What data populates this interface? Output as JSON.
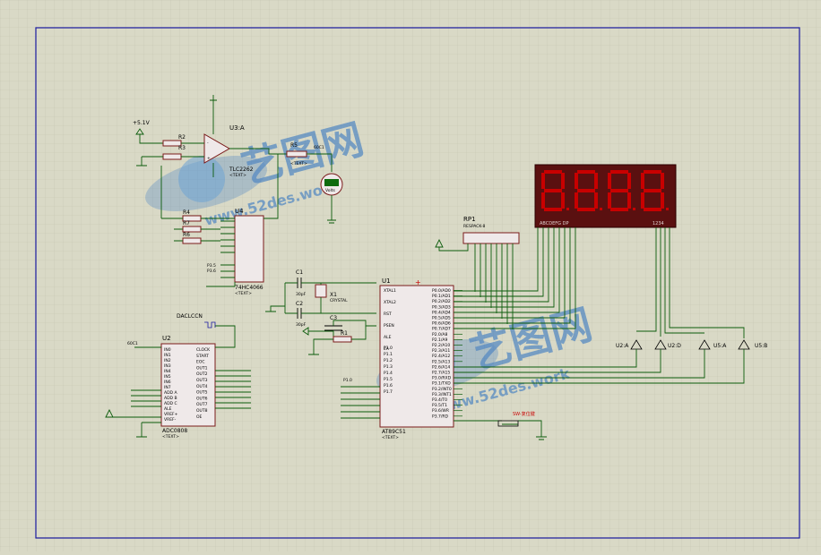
{
  "colors": {
    "background": "#d9d9c6",
    "grid": "#c5c5b0",
    "border": "#1a1aa0",
    "wire": "#0b5b0b",
    "display_bg": "#5a1010",
    "display_segment": "#c80000"
  },
  "labels": {
    "u3_title": "U3:A",
    "u3_part": "TLC2262",
    "u4_title": "U4",
    "u4_part": "74HC4066",
    "u1_title": "U1",
    "u1_part": "AT89C51",
    "u2_title": "U2",
    "u2_part": "ADC0808",
    "rp1_title": "RP1",
    "rp1_part": "RESPACK-8",
    "r1": "R1",
    "r2": "R2",
    "r3": "R3",
    "r4": "R4",
    "r5": "R5",
    "r6": "R6",
    "r7": "R7",
    "r8": "R8",
    "c1": "C1",
    "c2": "C2",
    "c3": "C3",
    "x1": "X1",
    "x1_part": "CRYSTAL",
    "c1_val": "30pF",
    "c2_val": "30pF",
    "vref": "+5.1V",
    "adc_in": "60C1",
    "adc_in2": "60C1",
    "clock_src": "DACLCCN",
    "display_left": "ABCDEFG  DP",
    "display_right": "1234",
    "u2a": "U2:A",
    "u2d": "U2:D",
    "u5a": "U5:A",
    "u5b": "U5:B",
    "sw_label": "SW-复位键",
    "text_placeholder": "<TEXT>",
    "watermark_cn": "艺图网",
    "watermark_url": "www.52des.work"
  },
  "seven_segment_digits": [
    "8",
    "8",
    "8",
    "8"
  ],
  "u1_left_pins": [
    "XTAL1",
    "XTAL2",
    "RST",
    "PSEN",
    "ALE",
    "EA",
    "P1.0",
    "P1.1",
    "P1.2",
    "P1.3",
    "P1.4",
    "P1.5",
    "P1.6",
    "P1.7"
  ],
  "u1_right_pins": [
    "P0.0/AD0",
    "P0.1/AD1",
    "P0.2/AD2",
    "P0.3/AD3",
    "P0.4/AD4",
    "P0.5/AD5",
    "P0.6/AD6",
    "P0.7/AD7",
    "P2.0/A8",
    "P2.1/A9",
    "P2.2/A10",
    "P2.3/A11",
    "P2.4/A12",
    "P2.5/A13",
    "P2.6/A14",
    "P2.7/A15",
    "P3.0/RXD",
    "P3.1/TXD",
    "P3.2/INT0",
    "P3.3/INT1",
    "P3.4/T0",
    "P3.5/T1",
    "P3.6/WR",
    "P3.7/RD"
  ],
  "u2_left_pins": [
    "IN0",
    "IN1",
    "IN2",
    "IN3",
    "IN4",
    "IN5",
    "IN6",
    "IN7",
    "ADD A",
    "ADD B",
    "ADD C",
    "ALE",
    "VREF+",
    "VREF-"
  ],
  "u2_right_pins": [
    "CLOCK",
    "START",
    "EOC",
    "OUT1",
    "OUT2",
    "OUT3",
    "OUT4",
    "OUT5",
    "OUT6",
    "OUT7",
    "OUT8",
    "OE"
  ]
}
